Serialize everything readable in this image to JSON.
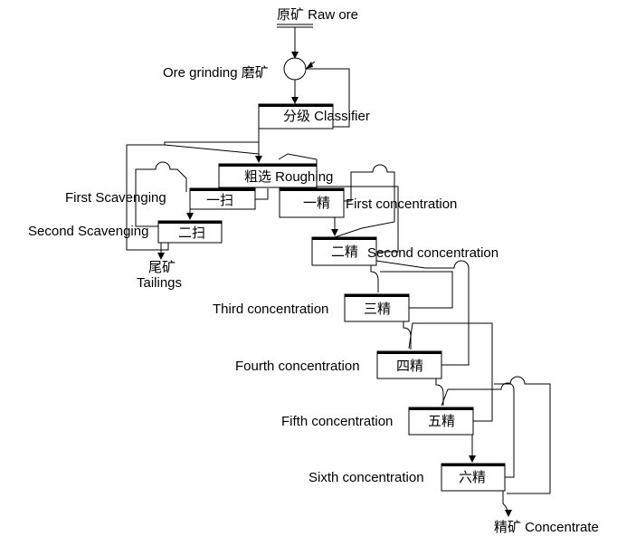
{
  "raw_ore": "原矿 Raw ore",
  "grinding": "Ore grinding 磨矿",
  "classifier": "分级 Classifier",
  "roughing": "粗选 Roughing",
  "first_scavenging": {
    "label": "First Scavenging",
    "box": "一扫"
  },
  "second_scavenging": {
    "label": "Second Scavenging",
    "box": "二扫"
  },
  "tailings": {
    "cn": "尾矿",
    "en": "Tailings"
  },
  "concentration": [
    {
      "label": "First concentration",
      "box": "一精"
    },
    {
      "label": "Second concentration",
      "box": "二精"
    },
    {
      "label": "Third concentration",
      "box": "三精"
    },
    {
      "label": "Fourth concentration",
      "box": "四精"
    },
    {
      "label": "Fifth concentration",
      "box": "五精"
    },
    {
      "label": "Sixth concentration",
      "box": "六精"
    }
  ],
  "concentrate": "精矿 Concentrate"
}
